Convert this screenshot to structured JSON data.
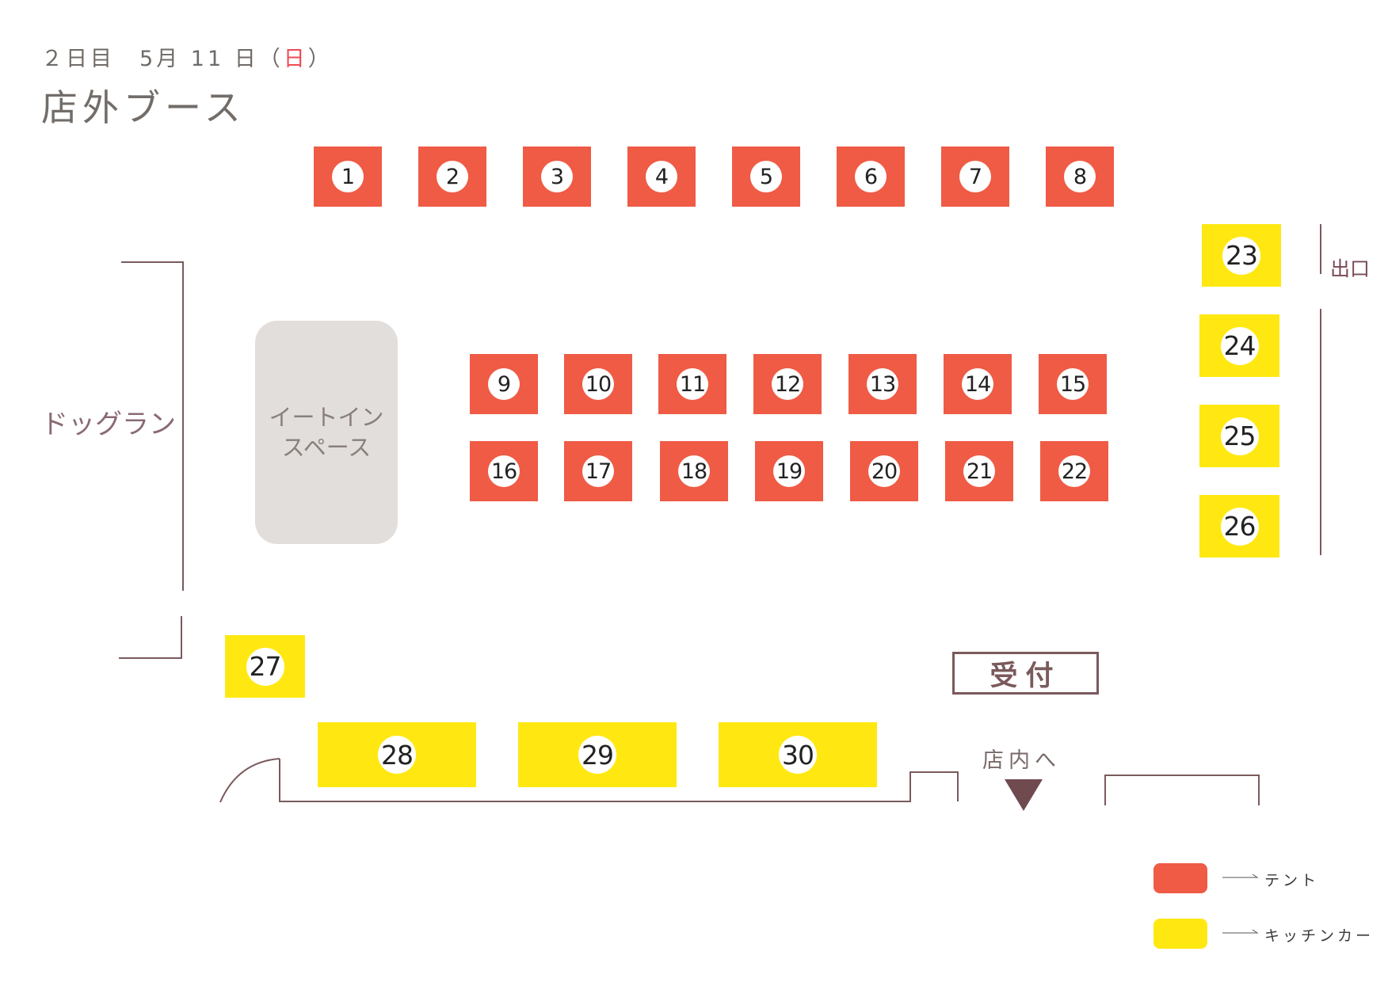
{
  "header": {
    "day_prefix": "２日目　5月 11 日（",
    "day_sun": "日",
    "day_suffix": "）",
    "title": "店外ブース"
  },
  "areas": {
    "dog_run": "ドッグラン",
    "eat_in_line1": "イートイン",
    "eat_in_line2": "スペース",
    "exit": "出口",
    "reception": "受付",
    "into_store": "店内へ"
  },
  "colors": {
    "tent": "#ef5b45",
    "kitchen_car": "#ffe812",
    "eat_in": "#e2dedc",
    "outline": "#7a5a5c"
  },
  "booths": [
    {
      "no": "1",
      "type": "tent"
    },
    {
      "no": "2",
      "type": "tent"
    },
    {
      "no": "3",
      "type": "tent"
    },
    {
      "no": "4",
      "type": "tent"
    },
    {
      "no": "5",
      "type": "tent"
    },
    {
      "no": "6",
      "type": "tent"
    },
    {
      "no": "7",
      "type": "tent"
    },
    {
      "no": "8",
      "type": "tent"
    },
    {
      "no": "9",
      "type": "tent"
    },
    {
      "no": "10",
      "type": "tent"
    },
    {
      "no": "11",
      "type": "tent"
    },
    {
      "no": "12",
      "type": "tent"
    },
    {
      "no": "13",
      "type": "tent"
    },
    {
      "no": "14",
      "type": "tent"
    },
    {
      "no": "15",
      "type": "tent"
    },
    {
      "no": "16",
      "type": "tent"
    },
    {
      "no": "17",
      "type": "tent"
    },
    {
      "no": "18",
      "type": "tent"
    },
    {
      "no": "19",
      "type": "tent"
    },
    {
      "no": "20",
      "type": "tent"
    },
    {
      "no": "21",
      "type": "tent"
    },
    {
      "no": "22",
      "type": "tent"
    },
    {
      "no": "23",
      "type": "kitchen"
    },
    {
      "no": "24",
      "type": "kitchen"
    },
    {
      "no": "25",
      "type": "kitchen"
    },
    {
      "no": "26",
      "type": "kitchen"
    },
    {
      "no": "27",
      "type": "kitchen"
    },
    {
      "no": "28",
      "type": "kitchen"
    },
    {
      "no": "29",
      "type": "kitchen"
    },
    {
      "no": "30",
      "type": "kitchen"
    }
  ],
  "legend": {
    "tent": "テント",
    "kitchen_car": "キッチンカー"
  }
}
